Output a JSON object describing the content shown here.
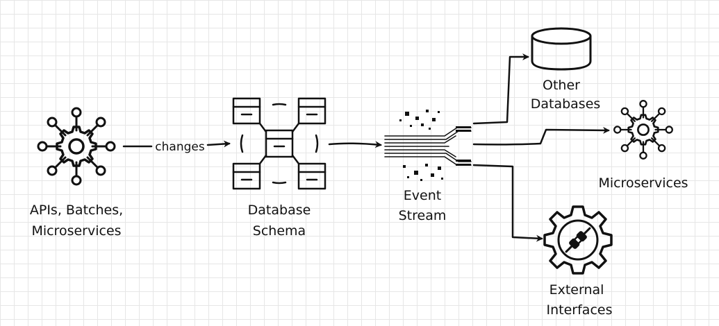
{
  "nodes": {
    "source": {
      "label_line1": "APIs, Batches,",
      "label_line2": "Microservices",
      "icon": "microservice-hub-icon"
    },
    "schema": {
      "label_line1": "Database",
      "label_line2": "Schema",
      "icon": "database-schema-icon"
    },
    "stream": {
      "label_line1": "Event",
      "label_line2": "Stream",
      "icon": "event-stream-icon"
    },
    "other_db": {
      "label_line1": "Other",
      "label_line2": "Databases",
      "icon": "database-cylinder-icon"
    },
    "microservices": {
      "label_line1": "Microservices",
      "icon": "microservice-hub-icon"
    },
    "external": {
      "label_line1": "External",
      "label_line2": "Interfaces",
      "icon": "plug-gear-icon"
    }
  },
  "edges": {
    "source_to_schema": {
      "label": "changes"
    }
  }
}
